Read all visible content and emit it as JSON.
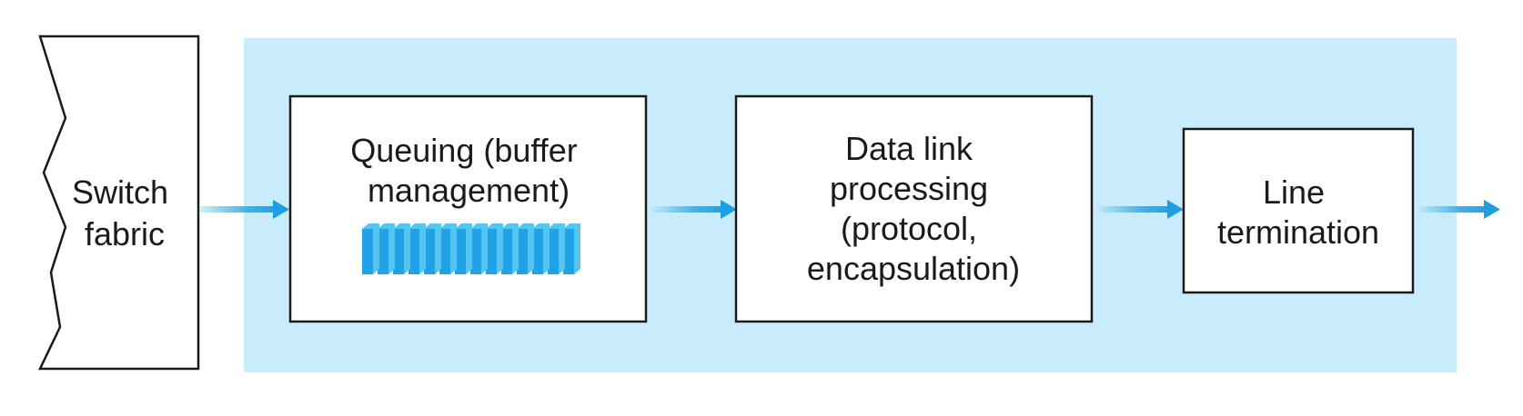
{
  "switch_fabric": {
    "lines": [
      "Switch",
      "fabric"
    ]
  },
  "queuing_box": {
    "lines": [
      "Queuing (buffer",
      "management)"
    ]
  },
  "data_link_box": {
    "lines": [
      "Data link",
      "processing",
      "(protocol,",
      "encapsulation)"
    ]
  },
  "line_termination_box": {
    "lines": [
      "Line",
      "termination"
    ]
  },
  "colors": {
    "port_background": "#c9ecfc",
    "arrow": "#29a8e8",
    "arrow_light": "#bfe6fa",
    "buffer_front": "#1fa3e6",
    "buffer_side": "#54c4f2",
    "border": "#1a1a1a"
  },
  "icons": {
    "flow_arrow": "right-arrow-icon",
    "buffer_queue": "buffer-queue-icon"
  }
}
